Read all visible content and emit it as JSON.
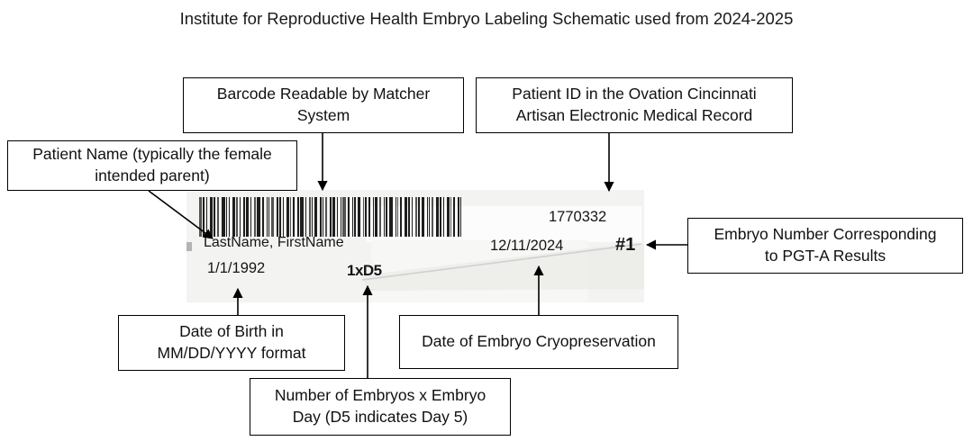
{
  "title": "Institute for Reproductive Health Embryo Labeling Schematic used from 2024-2025",
  "callouts": {
    "barcode": "Barcode Readable by Matcher\nSystem",
    "patient_id": "Patient ID in the Ovation Cincinnati\nArtisan Electronic Medical Record",
    "patient_name": "Patient Name (typically the female\nintended parent)",
    "embryo_number": "Embryo Number Corresponding\nto PGT-A Results",
    "dob": "Date of Birth in\nMM/DD/YYYY format",
    "cryo_date": "Date of Embryo Cryopreservation",
    "embryo_count": "Number of Embryos x Embryo\nDay (D5 indicates Day 5)"
  },
  "label": {
    "patient_id": "1770332",
    "name": "LastName, FirstName",
    "dob": "1/1/1992",
    "cryo_date": "12/11/2024",
    "embryo_number": "#1",
    "embryo_count": "1xD5"
  },
  "colors": {
    "line": "#000000",
    "label_bg": "#f3f3f1",
    "barcode": "#1e1e1e"
  }
}
